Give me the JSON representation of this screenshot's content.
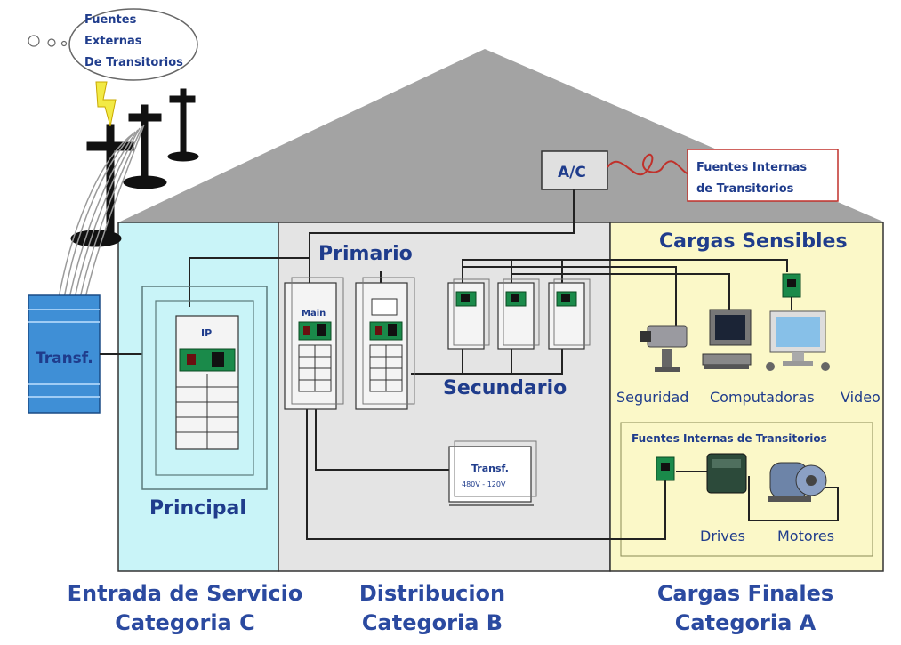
{
  "cloud": {
    "line1": "Fuentes",
    "line2": "Externas",
    "line3": "De Transitorios"
  },
  "ac_label": "A/C",
  "internal_sources_box": {
    "line1": "Fuentes Internas",
    "line2": "de Transitorios"
  },
  "transformer_left": "Transf.",
  "principal": {
    "panel_label": "IP",
    "title": "Principal"
  },
  "distribution": {
    "primario": "Primario",
    "main_label": "Main",
    "secundario": "Secundario",
    "transformer": {
      "label": "Transf.",
      "rating": "480V - 120V"
    }
  },
  "loads": {
    "title": "Cargas Sensibles",
    "seguridad": "Seguridad",
    "computadoras": "Computadoras",
    "video": "Video",
    "internal_title": "Fuentes Internas de Transitorios",
    "drives": "Drives",
    "motores": "Motores"
  },
  "footer": {
    "entrada": {
      "line1": "Entrada de Servicio",
      "line2": "Categoria C"
    },
    "distribucion": {
      "line1": "Distribucion",
      "line2": "Categoria B"
    },
    "cargas": {
      "line1": "Cargas Finales",
      "line2": "Categoria A"
    }
  },
  "colors": {
    "text_navy": "#1f3c8c",
    "zone_entrada": "#c9f4f8",
    "zone_distribucion": "#e4e4e4",
    "zone_cargas": "#fbf8c8",
    "roof": "#a3a3a3",
    "transformer_blue": "#3f8fd6",
    "breaker_green": "#1a8a4a",
    "internal_red": "#c0312b"
  }
}
